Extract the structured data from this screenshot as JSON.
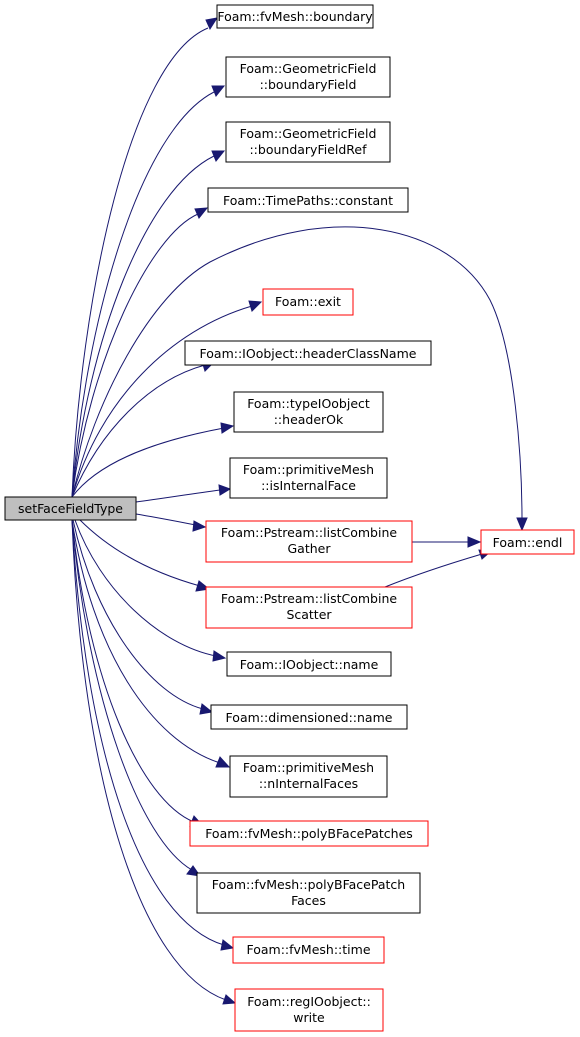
{
  "graph": {
    "root": {
      "lines": [
        "setFaceFieldType"
      ]
    },
    "nodes": [
      {
        "lines": [
          "Foam::fvMesh::boundary"
        ],
        "link_color": "black"
      },
      {
        "lines": [
          "Foam::GeometricField",
          "::boundaryField"
        ],
        "link_color": "black"
      },
      {
        "lines": [
          "Foam::GeometricField",
          "::boundaryFieldRef"
        ],
        "link_color": "black"
      },
      {
        "lines": [
          "Foam::TimePaths::constant"
        ],
        "link_color": "black"
      },
      {
        "lines": [
          "Foam::exit"
        ],
        "link_color": "red"
      },
      {
        "lines": [
          "Foam::IOobject::headerClassName"
        ],
        "link_color": "black"
      },
      {
        "lines": [
          "Foam::typeIOobject",
          "::headerOk"
        ],
        "link_color": "black"
      },
      {
        "lines": [
          "Foam::primitiveMesh",
          "::isInternalFace"
        ],
        "link_color": "black"
      },
      {
        "lines": [
          "Foam::Pstream::listCombine",
          "Gather"
        ],
        "link_color": "red"
      },
      {
        "lines": [
          "Foam::Pstream::listCombine",
          "Scatter"
        ],
        "link_color": "red"
      },
      {
        "lines": [
          "Foam::IOobject::name"
        ],
        "link_color": "black"
      },
      {
        "lines": [
          "Foam::dimensioned::name"
        ],
        "link_color": "black"
      },
      {
        "lines": [
          "Foam::primitiveMesh",
          "::nInternalFaces"
        ],
        "link_color": "black"
      },
      {
        "lines": [
          "Foam::fvMesh::polyBFacePatches"
        ],
        "link_color": "red"
      },
      {
        "lines": [
          "Foam::fvMesh::polyBFacePatch",
          "Faces"
        ],
        "link_color": "black"
      },
      {
        "lines": [
          "Foam::fvMesh::time"
        ],
        "link_color": "red"
      },
      {
        "lines": [
          "Foam::regIOobject::",
          "write"
        ],
        "link_color": "red"
      },
      {
        "lines": [
          "Foam::endl"
        ],
        "link_color": "red"
      }
    ],
    "edges": [
      {
        "from": "setFaceFieldType",
        "to": "Foam::fvMesh::boundary"
      },
      {
        "from": "setFaceFieldType",
        "to": "Foam::GeometricField::boundaryField"
      },
      {
        "from": "setFaceFieldType",
        "to": "Foam::GeometricField::boundaryFieldRef"
      },
      {
        "from": "setFaceFieldType",
        "to": "Foam::TimePaths::constant"
      },
      {
        "from": "setFaceFieldType",
        "to": "Foam::endl"
      },
      {
        "from": "setFaceFieldType",
        "to": "Foam::exit"
      },
      {
        "from": "setFaceFieldType",
        "to": "Foam::IOobject::headerClassName"
      },
      {
        "from": "setFaceFieldType",
        "to": "Foam::typeIOobject::headerOk"
      },
      {
        "from": "setFaceFieldType",
        "to": "Foam::primitiveMesh::isInternalFace"
      },
      {
        "from": "setFaceFieldType",
        "to": "Foam::Pstream::listCombineGather"
      },
      {
        "from": "setFaceFieldType",
        "to": "Foam::Pstream::listCombineScatter"
      },
      {
        "from": "setFaceFieldType",
        "to": "Foam::IOobject::name"
      },
      {
        "from": "setFaceFieldType",
        "to": "Foam::dimensioned::name"
      },
      {
        "from": "setFaceFieldType",
        "to": "Foam::primitiveMesh::nInternalFaces"
      },
      {
        "from": "setFaceFieldType",
        "to": "Foam::fvMesh::polyBFacePatches"
      },
      {
        "from": "setFaceFieldType",
        "to": "Foam::fvMesh::polyBFacePatchFaces"
      },
      {
        "from": "setFaceFieldType",
        "to": "Foam::fvMesh::time"
      },
      {
        "from": "setFaceFieldType",
        "to": "Foam::regIOobject::write"
      },
      {
        "from": "Foam::Pstream::listCombineGather",
        "to": "Foam::endl"
      },
      {
        "from": "Foam::Pstream::listCombineScatter",
        "to": "Foam::endl"
      }
    ],
    "colors": {
      "edge": "#191970",
      "root_fill": "#bfbfbf",
      "red_border": "#ff0000",
      "black_border": "#000000"
    }
  }
}
